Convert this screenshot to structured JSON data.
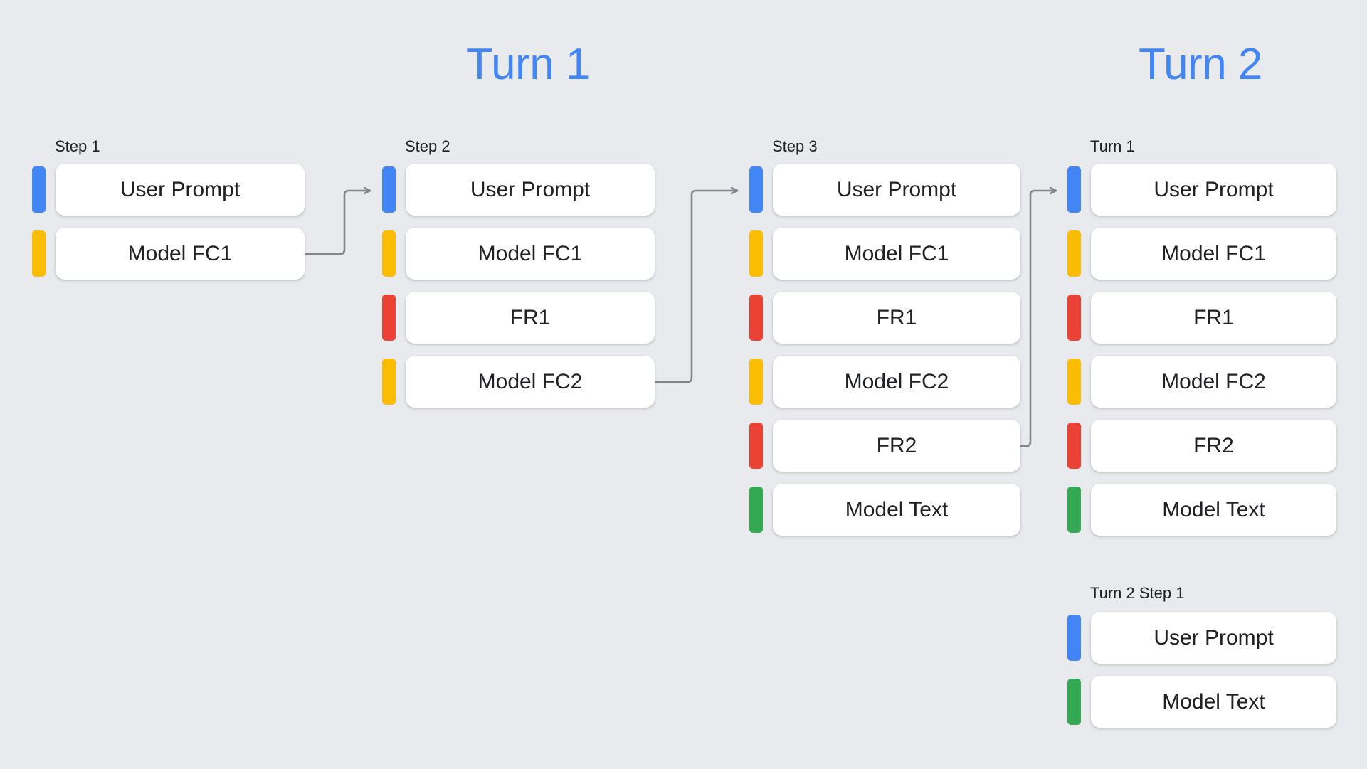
{
  "background_color": "#e8eaed",
  "palette": {
    "blue": "#4285f4",
    "yellow": "#fbbc04",
    "red": "#ea4335",
    "green": "#34a853",
    "card": "#ffffff",
    "text": "#202124",
    "connector": "#80868b"
  },
  "headings": [
    {
      "text": "Turn 1",
      "color": "#4285f4"
    },
    {
      "text": "Turn 2",
      "color": "#4285f4"
    }
  ],
  "columns": [
    {
      "id": "step1",
      "label": "Step 1",
      "rows": [
        {
          "label": "User Prompt",
          "color": "blue"
        },
        {
          "label": "Model FC1",
          "color": "yellow"
        }
      ]
    },
    {
      "id": "step2",
      "label": "Step 2",
      "rows": [
        {
          "label": "User Prompt",
          "color": "blue"
        },
        {
          "label": "Model FC1",
          "color": "yellow"
        },
        {
          "label": "FR1",
          "color": "red"
        },
        {
          "label": "Model FC2",
          "color": "yellow"
        }
      ]
    },
    {
      "id": "step3",
      "label": "Step 3",
      "rows": [
        {
          "label": "User Prompt",
          "color": "blue"
        },
        {
          "label": "Model FC1",
          "color": "yellow"
        },
        {
          "label": "FR1",
          "color": "red"
        },
        {
          "label": "Model FC2",
          "color": "yellow"
        },
        {
          "label": "FR2",
          "color": "red"
        },
        {
          "label": "Model Text",
          "color": "green"
        }
      ]
    },
    {
      "id": "turn2-turn1",
      "label": "Turn 1",
      "rows": [
        {
          "label": "User Prompt",
          "color": "blue"
        },
        {
          "label": "Model FC1",
          "color": "yellow"
        },
        {
          "label": "FR1",
          "color": "red"
        },
        {
          "label": "Model FC2",
          "color": "yellow"
        },
        {
          "label": "FR2",
          "color": "red"
        },
        {
          "label": "Model Text",
          "color": "green"
        }
      ]
    },
    {
      "id": "turn2-step1",
      "label": "Turn 2 Step 1",
      "rows": [
        {
          "label": "User Prompt",
          "color": "blue"
        },
        {
          "label": "Model Text",
          "color": "green"
        }
      ]
    }
  ],
  "connectors": [
    {
      "from": "step1.Model FC1",
      "to": "step2.User Prompt",
      "arrow": "arrow-right-icon"
    },
    {
      "from": "step2.Model FC2",
      "to": "step3.User Prompt",
      "arrow": "arrow-right-icon"
    },
    {
      "from": "step3.FR2",
      "to": "turn2-turn1.User Prompt",
      "arrow": "arrow-right-icon"
    }
  ]
}
